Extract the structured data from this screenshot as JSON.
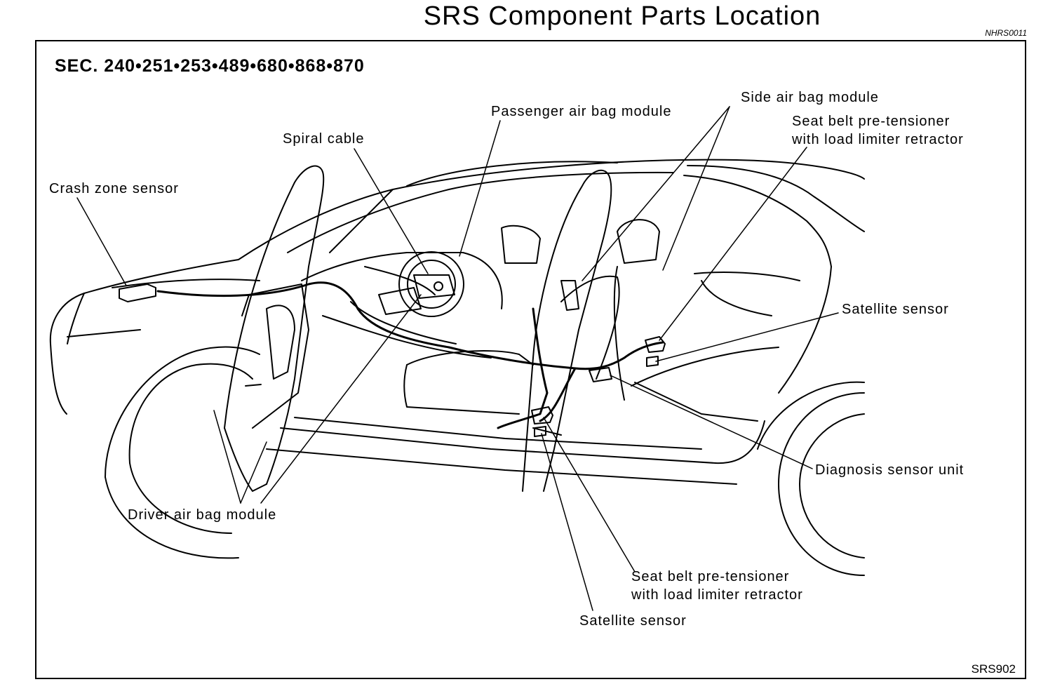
{
  "title": "SRS Component Parts Location",
  "doc_code": "NHRS0011",
  "sec": "SEC. 240•251•253•489•680•868•870",
  "figure_code": "SRS902",
  "labels": {
    "crash_zone_sensor": "Crash zone sensor",
    "spiral_cable": "Spiral cable",
    "passenger_air_bag_module": "Passenger air bag module",
    "side_air_bag_module": "Side air bag module",
    "seat_belt_rear_line1": "Seat belt pre-tensioner",
    "seat_belt_rear_line2": "with load limiter retractor",
    "satellite_sensor_right": "Satellite sensor",
    "diagnosis_sensor_unit": "Diagnosis sensor unit",
    "driver_air_bag_module": "Driver air bag module",
    "seat_belt_front_line1": "Seat belt pre-tensioner",
    "seat_belt_front_line2": "with load limiter retractor",
    "satellite_sensor_bottom": "Satellite sensor"
  }
}
